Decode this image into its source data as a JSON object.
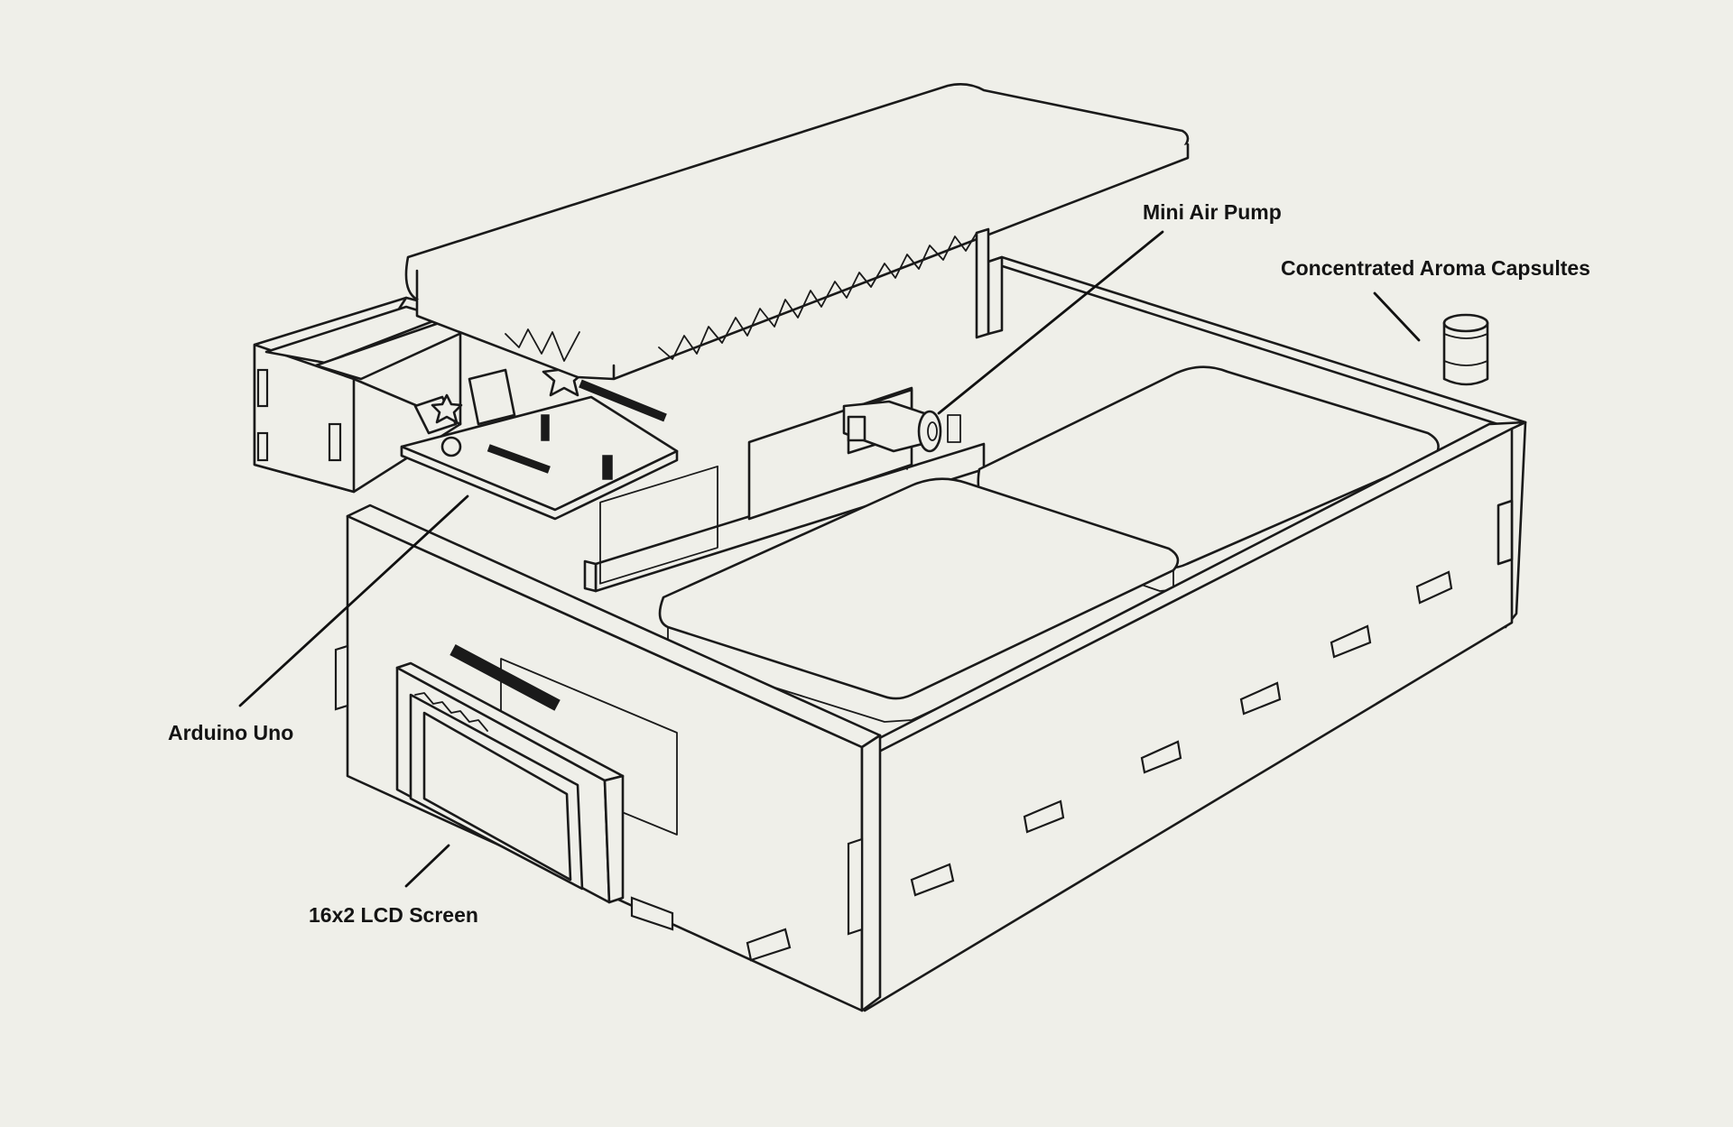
{
  "labels": {
    "mini_air_pump": "Mini Air Pump",
    "aroma_capsules": "Concentrated Aroma Capsultes",
    "arduino": "Arduino Uno",
    "lcd": "16x2 LCD Screen"
  },
  "colors": {
    "background": "#efefe9",
    "line": "#1a1a1a"
  }
}
